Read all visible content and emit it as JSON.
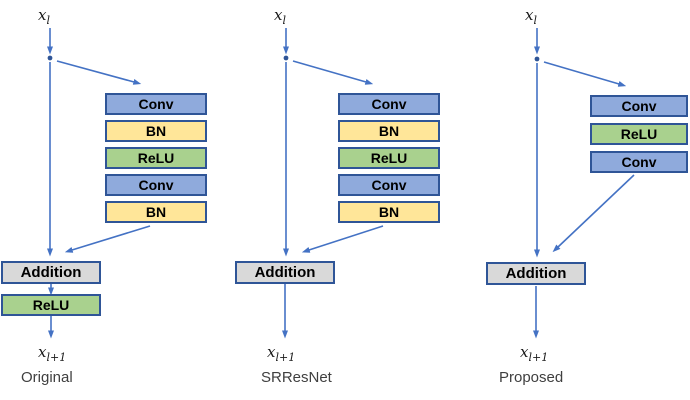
{
  "colors": {
    "conv_fill": "#8FAADC",
    "bn_fill": "#FFE699",
    "relu_fill": "#A9D18E",
    "addition_fill": "#D9D9D9",
    "block_border": "#2F5597",
    "arrow": "#4472C4",
    "text": "#000000",
    "caption_text": "#3F3F3F"
  },
  "columns": [
    {
      "caption": "Original",
      "input": {
        "base": "x",
        "sub": "l"
      },
      "output": {
        "base": "x",
        "sub": "l+1"
      },
      "blocks": [
        {
          "label": "Conv",
          "type": "conv"
        },
        {
          "label": "BN",
          "type": "bn"
        },
        {
          "label": "ReLU",
          "type": "relu"
        },
        {
          "label": "Conv",
          "type": "conv"
        },
        {
          "label": "BN",
          "type": "bn"
        }
      ],
      "addition": "Addition",
      "post_block": {
        "label": "ReLU",
        "type": "relu"
      }
    },
    {
      "caption": "SRResNet",
      "input": {
        "base": "x",
        "sub": "l"
      },
      "output": {
        "base": "x",
        "sub": "l+1"
      },
      "blocks": [
        {
          "label": "Conv",
          "type": "conv"
        },
        {
          "label": "BN",
          "type": "bn"
        },
        {
          "label": "ReLU",
          "type": "relu"
        },
        {
          "label": "Conv",
          "type": "conv"
        },
        {
          "label": "BN",
          "type": "bn"
        }
      ],
      "addition": "Addition"
    },
    {
      "caption": "Proposed",
      "input": {
        "base": "x",
        "sub": "l"
      },
      "output": {
        "base": "x",
        "sub": "l+1"
      },
      "blocks": [
        {
          "label": "Conv",
          "type": "conv"
        },
        {
          "label": "ReLU",
          "type": "relu"
        },
        {
          "label": "Conv",
          "type": "conv"
        }
      ],
      "addition": "Addition"
    }
  ]
}
